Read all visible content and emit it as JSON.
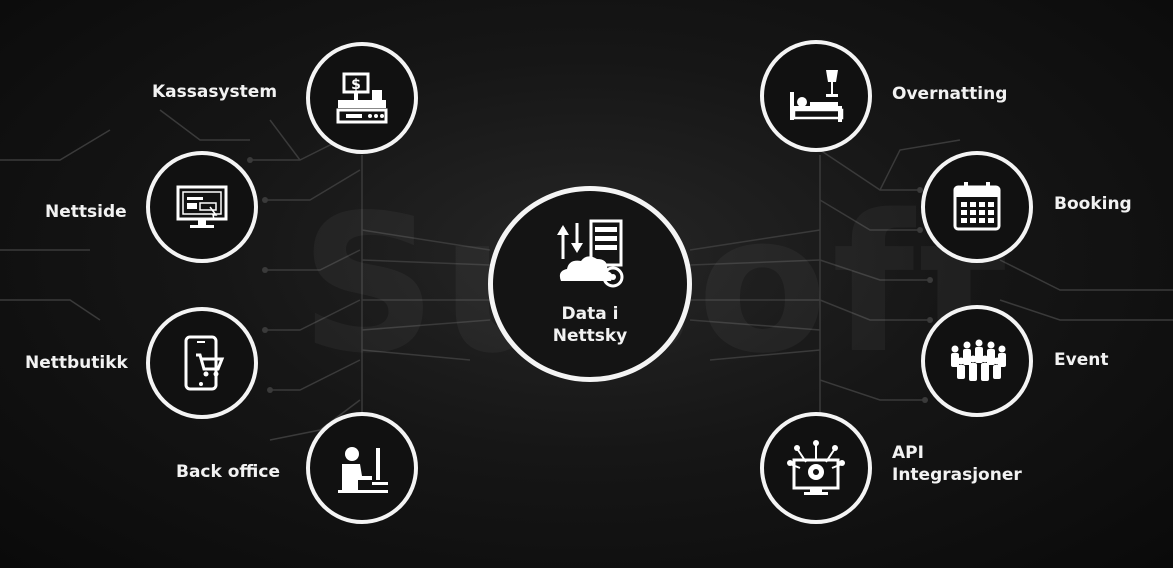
{
  "watermark": "Susoft",
  "center": {
    "line1": "Data i",
    "line2": "Nettsky",
    "icon": "cloud-server-icon"
  },
  "left_nodes": [
    {
      "label": "Kassasystem",
      "icon": "cash-register-icon"
    },
    {
      "label": "Nettside",
      "icon": "monitor-website-icon"
    },
    {
      "label": "Nettbutikk",
      "icon": "phone-cart-icon"
    },
    {
      "label": "Back office",
      "icon": "person-at-desk-icon"
    }
  ],
  "right_nodes": [
    {
      "label": "Overnatting",
      "icon": "bed-lamp-icon"
    },
    {
      "label": "Booking",
      "icon": "calendar-icon"
    },
    {
      "label": "Event",
      "icon": "crowd-icon"
    },
    {
      "label_line1": "API",
      "label_line2": "Integrasjoner",
      "icon": "api-gear-icon"
    }
  ],
  "colors": {
    "background": "#161616",
    "ring": "#f4f4f4",
    "line": "#3a3a3a"
  }
}
